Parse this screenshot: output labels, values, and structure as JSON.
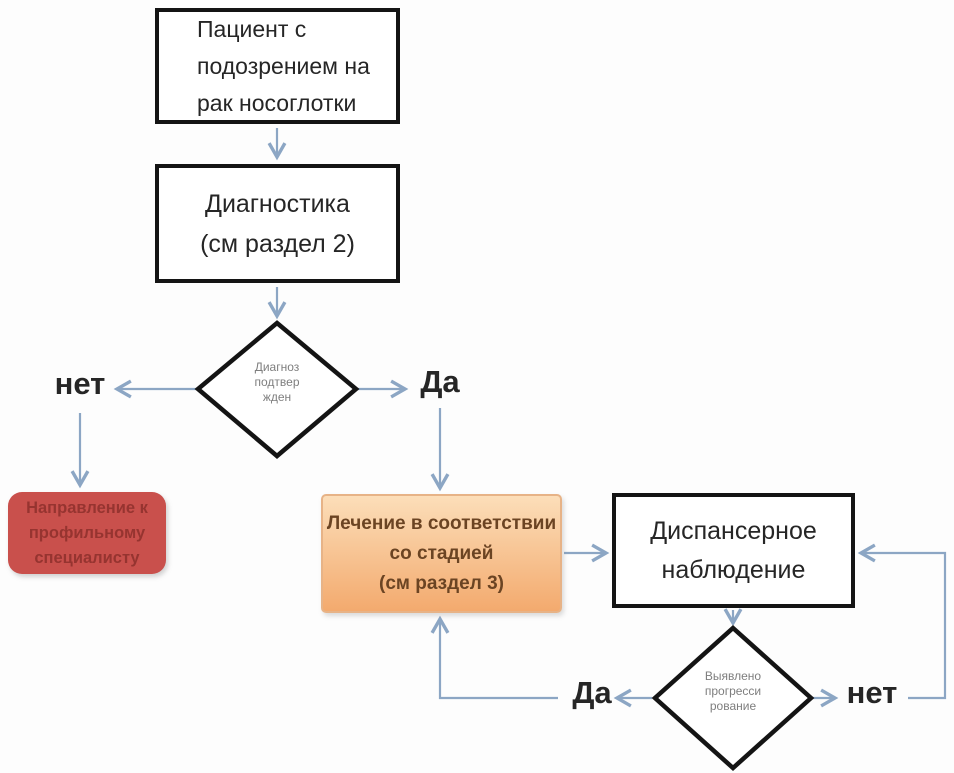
{
  "diagram": {
    "type": "flowchart",
    "language": "ru",
    "nodes": {
      "patient": {
        "label": "Пациент с\nподозрением на\nрак носоглотки",
        "shape": "rect"
      },
      "diagnostics": {
        "label": "Диагностика\n(см раздел 2)",
        "shape": "rect"
      },
      "confirmed": {
        "label": "Диагноз\nподтвер\nжден",
        "shape": "diamond"
      },
      "referral": {
        "label": "Направление к\nпрофильному\nспециалисту",
        "shape": "rounded-rect"
      },
      "treatment": {
        "label": "Лечение в соответствии\nсо стадией\n(см раздел 3)",
        "shape": "rect"
      },
      "observation": {
        "label": "Диспансерное\nнаблюдение",
        "shape": "rect"
      },
      "progression": {
        "label": "Выявлено\nпрогресси\nрование",
        "shape": "diamond"
      }
    },
    "edge_labels": {
      "no1": "нет",
      "yes1": "Да",
      "yes2": "Да",
      "no2": "нет"
    },
    "edges": [
      {
        "from": "patient",
        "to": "diagnostics",
        "label": ""
      },
      {
        "from": "diagnostics",
        "to": "confirmed",
        "label": ""
      },
      {
        "from": "confirmed",
        "to": "referral",
        "label": "нет"
      },
      {
        "from": "confirmed",
        "to": "treatment",
        "label": "Да"
      },
      {
        "from": "treatment",
        "to": "observation",
        "label": ""
      },
      {
        "from": "observation",
        "to": "progression",
        "label": ""
      },
      {
        "from": "progression",
        "to": "treatment",
        "label": "Да"
      },
      {
        "from": "progression",
        "to": "observation",
        "label": "нет"
      }
    ],
    "colors": {
      "arrow": "#8ca6c4",
      "node_border": "#141414",
      "referral_fill": "#c9504c",
      "referral_text": "#963430",
      "treatment_fill_top": "#fcdeb9",
      "treatment_fill_bottom": "#f3aa6e",
      "treatment_border": "#e7b387",
      "treatment_text": "#6b4423",
      "decision_text": "#7e7e7e"
    }
  }
}
